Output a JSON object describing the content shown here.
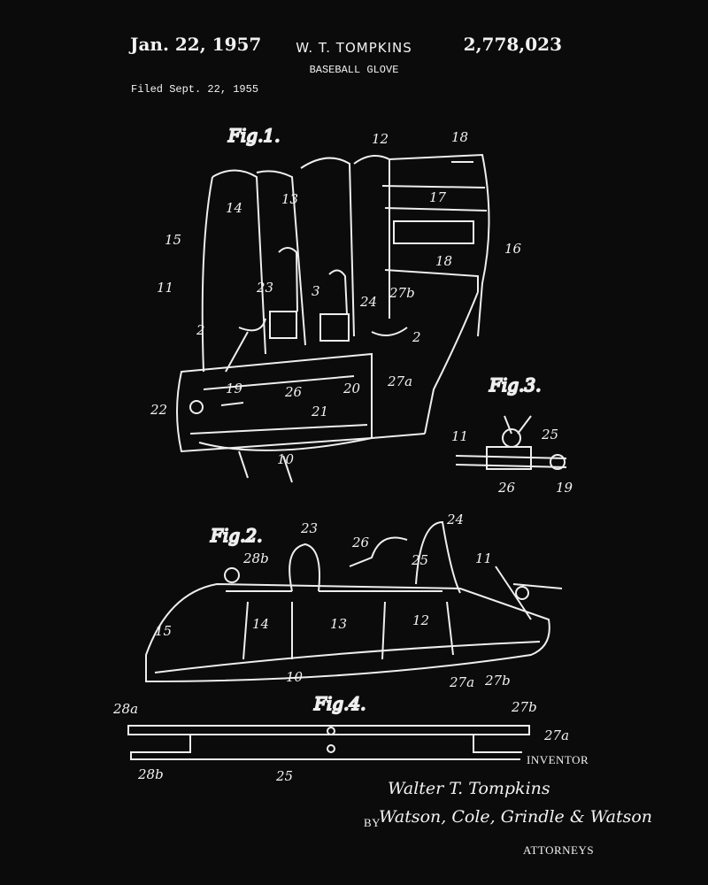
{
  "header": {
    "date": "Jan. 22, 1957",
    "inventor": "W. T. TOMPKINS",
    "patent_number": "2,778,023",
    "title": "BASEBALL GLOVE",
    "filed": "Filed Sept. 22, 1955"
  },
  "figures": {
    "fig1": "Fig.1.",
    "fig2": "Fig.2.",
    "fig3": "Fig.3.",
    "fig4": "Fig.4."
  },
  "numerals": {
    "fig1": [
      "12",
      "18",
      "13",
      "14",
      "17",
      "15",
      "16",
      "11",
      "23",
      "3",
      "24",
      "27b",
      "18",
      "2",
      "2",
      "19",
      "26",
      "20",
      "27a",
      "22",
      "21",
      "10"
    ],
    "fig3": [
      "11",
      "25",
      "26",
      "19"
    ],
    "fig2": [
      "23",
      "24",
      "26",
      "25",
      "11",
      "28b",
      "14",
      "13",
      "12",
      "15",
      "10",
      "27a",
      "27b"
    ],
    "fig4": [
      "28a",
      "27b",
      "27a",
      "28b",
      "25"
    ]
  },
  "footer": {
    "inventor_caption": "INVENTOR",
    "inventor_signature": "Walter T. Tompkins",
    "by": "BY",
    "attorneys_signature": "Watson, Cole, Grindle & Watson",
    "attorneys_caption": "ATTORNEYS"
  }
}
